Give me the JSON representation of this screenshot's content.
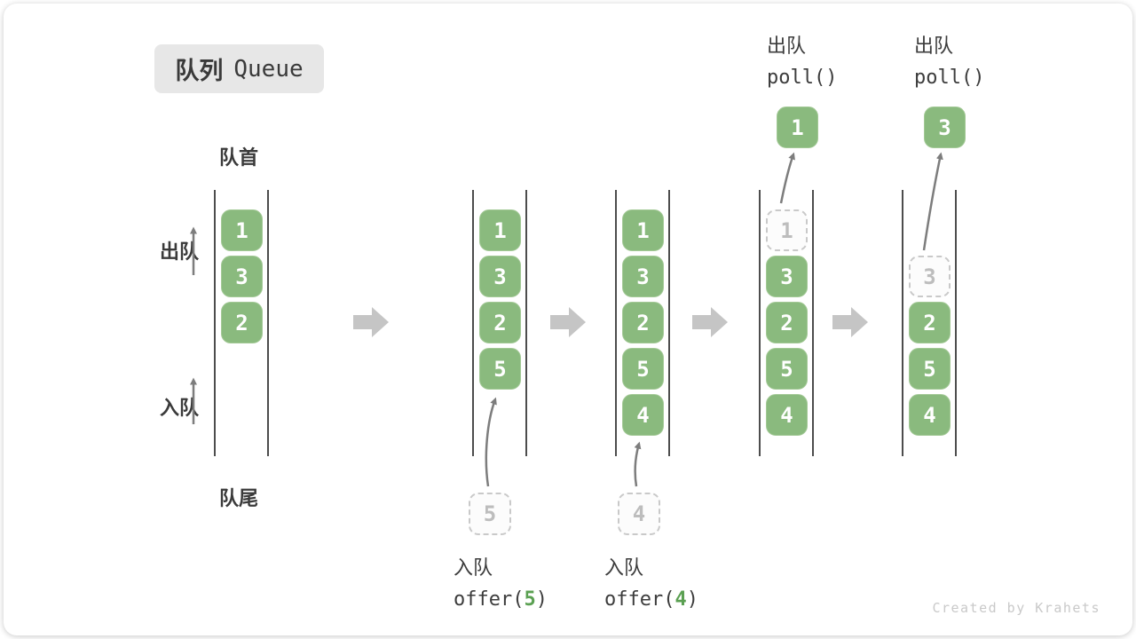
{
  "title": {
    "zh": "队列",
    "en": "Queue"
  },
  "side_labels": {
    "front": "队首",
    "rear": "队尾",
    "dequeue": "出队",
    "enqueue": "入队"
  },
  "queues": {
    "q1": {
      "cells": [
        "1",
        "3",
        "2"
      ]
    },
    "q2": {
      "cells": [
        "1",
        "3",
        "2",
        "5"
      ],
      "incoming": "5"
    },
    "q3": {
      "cells": [
        "1",
        "3",
        "2",
        "5",
        "4"
      ],
      "incoming": "4"
    },
    "q4": {
      "ghost": "1",
      "cells": [
        "3",
        "2",
        "5",
        "4"
      ],
      "result": "1"
    },
    "q5": {
      "ghost": "3",
      "cells": [
        "2",
        "5",
        "4"
      ],
      "result": "3"
    }
  },
  "operations": {
    "enqueue5": {
      "label": "入队",
      "fn": "offer(",
      "arg": "5",
      "close": ")"
    },
    "enqueue4": {
      "label": "入队",
      "fn": "offer(",
      "arg": "4",
      "close": ")"
    },
    "dequeue1": {
      "label": "出队",
      "code": "poll()"
    },
    "dequeue2": {
      "label": "出队",
      "code": "poll()"
    }
  },
  "watermark": "Created by Krahets",
  "colors": {
    "cell_green": "#8aba7e",
    "arg_green": "#5ba052",
    "block_arrow_gray": "#c5c5c5",
    "thin_arrow_gray": "#7d7d7d",
    "badge_gray": "#e7e7e7",
    "ghost_gray": "#c9c9c9"
  }
}
